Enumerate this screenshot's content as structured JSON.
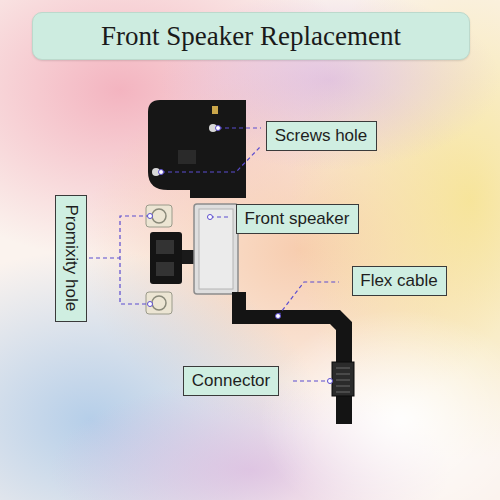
{
  "diagram": {
    "title": "Front Speaker Replacement",
    "nodes": [
      {
        "text": [
          "Screws hole"
        ]
      },
      {
        "text": [
          "Promixity hole"
        ]
      },
      {
        "text": [
          "Front speaker"
        ]
      },
      {
        "text": [
          "Flex cable"
        ]
      },
      {
        "text": [
          "Connector"
        ]
      }
    ]
  }
}
